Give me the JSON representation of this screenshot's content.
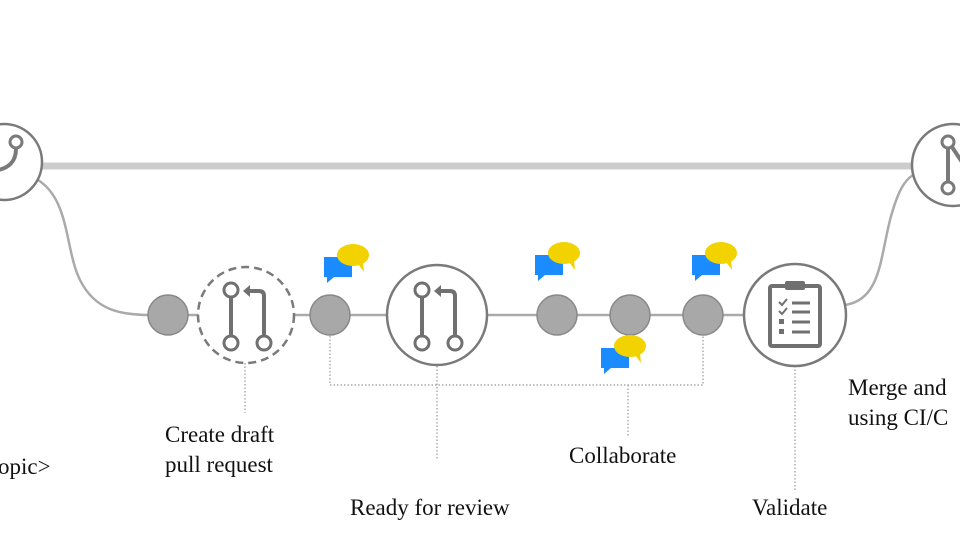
{
  "labels": {
    "topic": "opic>",
    "draft_line1": "Create draft",
    "draft_line2": "pull request",
    "ready": "Ready for review",
    "collaborate": "Collaborate",
    "validate": "Validate",
    "merge_line1": "Merge and",
    "merge_line2": "using CI/C"
  },
  "colors": {
    "main_line": "#cccccc",
    "stroke": "#7a7a7a",
    "dot_fill": "#a8a8a8",
    "comment_blue": "#1a8cff",
    "comment_yellow": "#f2d300"
  }
}
